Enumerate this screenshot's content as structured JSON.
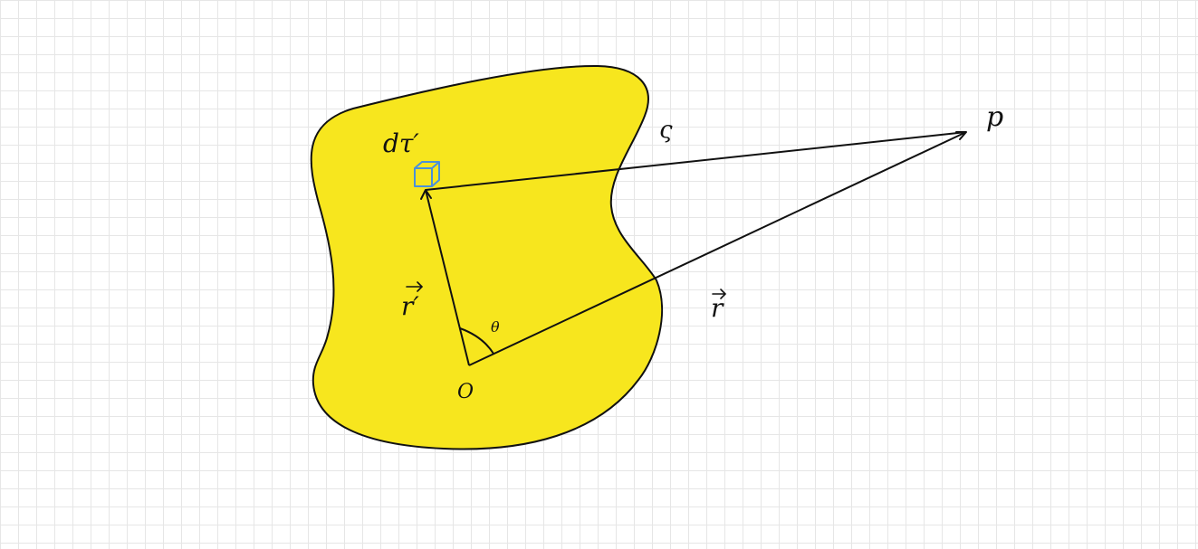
{
  "diagram": {
    "colors": {
      "region_fill": "#f7e61e",
      "outline": "#111111",
      "cube": "#4a90d9",
      "grid": "#e6e6e6"
    },
    "labels": {
      "volume_element": "dτ′",
      "region": "ς",
      "point": "p",
      "source_vector": "r′",
      "field_vector": "r",
      "origin": "O",
      "angle": "θ"
    },
    "icons": {
      "volume_element": "cube-icon",
      "vector_arrow": "right-arrow-accent"
    }
  }
}
